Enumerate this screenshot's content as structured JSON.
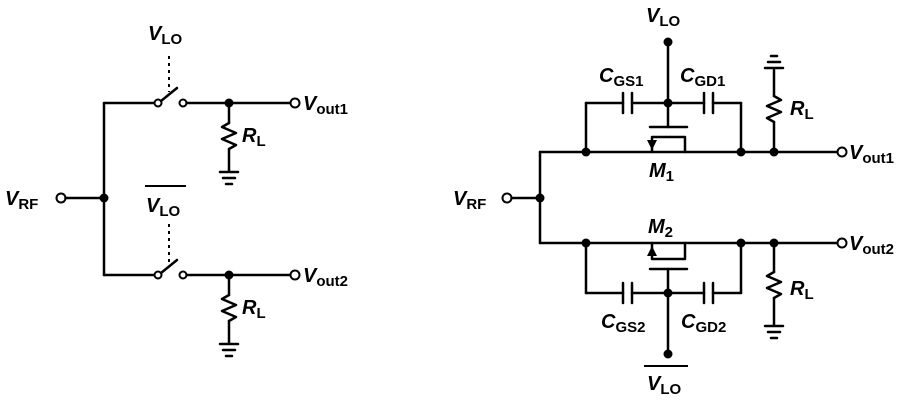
{
  "left_circuit": {
    "labels": {
      "vlo_top": {
        "main": "V",
        "sub": "LO"
      },
      "vlo_bottom": {
        "main": "V",
        "sub": "LO"
      },
      "vrf": {
        "main": "V",
        "sub": "RF"
      },
      "vout1": {
        "main": "V",
        "sub": "out1"
      },
      "vout2": {
        "main": "V",
        "sub": "out2"
      },
      "rl_top": {
        "main": "R",
        "sub": "L"
      },
      "rl_bottom": {
        "main": "R",
        "sub": "L"
      }
    }
  },
  "right_circuit": {
    "labels": {
      "vlo_top": {
        "main": "V",
        "sub": "LO"
      },
      "vlo_bottom": {
        "main": "V",
        "sub": "LO"
      },
      "vrf": {
        "main": "V",
        "sub": "RF"
      },
      "vout1": {
        "main": "V",
        "sub": "out1"
      },
      "vout2": {
        "main": "V",
        "sub": "out2"
      },
      "rl_top": {
        "main": "R",
        "sub": "L"
      },
      "rl_bottom": {
        "main": "R",
        "sub": "L"
      },
      "cgs1": {
        "main": "C",
        "sub": "GS1"
      },
      "cgd1": {
        "main": "C",
        "sub": "GD1"
      },
      "cgs2": {
        "main": "C",
        "sub": "GS2"
      },
      "cgd2": {
        "main": "C",
        "sub": "GD2"
      },
      "m1": {
        "main": "M",
        "sub": "1"
      },
      "m2": {
        "main": "M",
        "sub": "2"
      }
    }
  }
}
